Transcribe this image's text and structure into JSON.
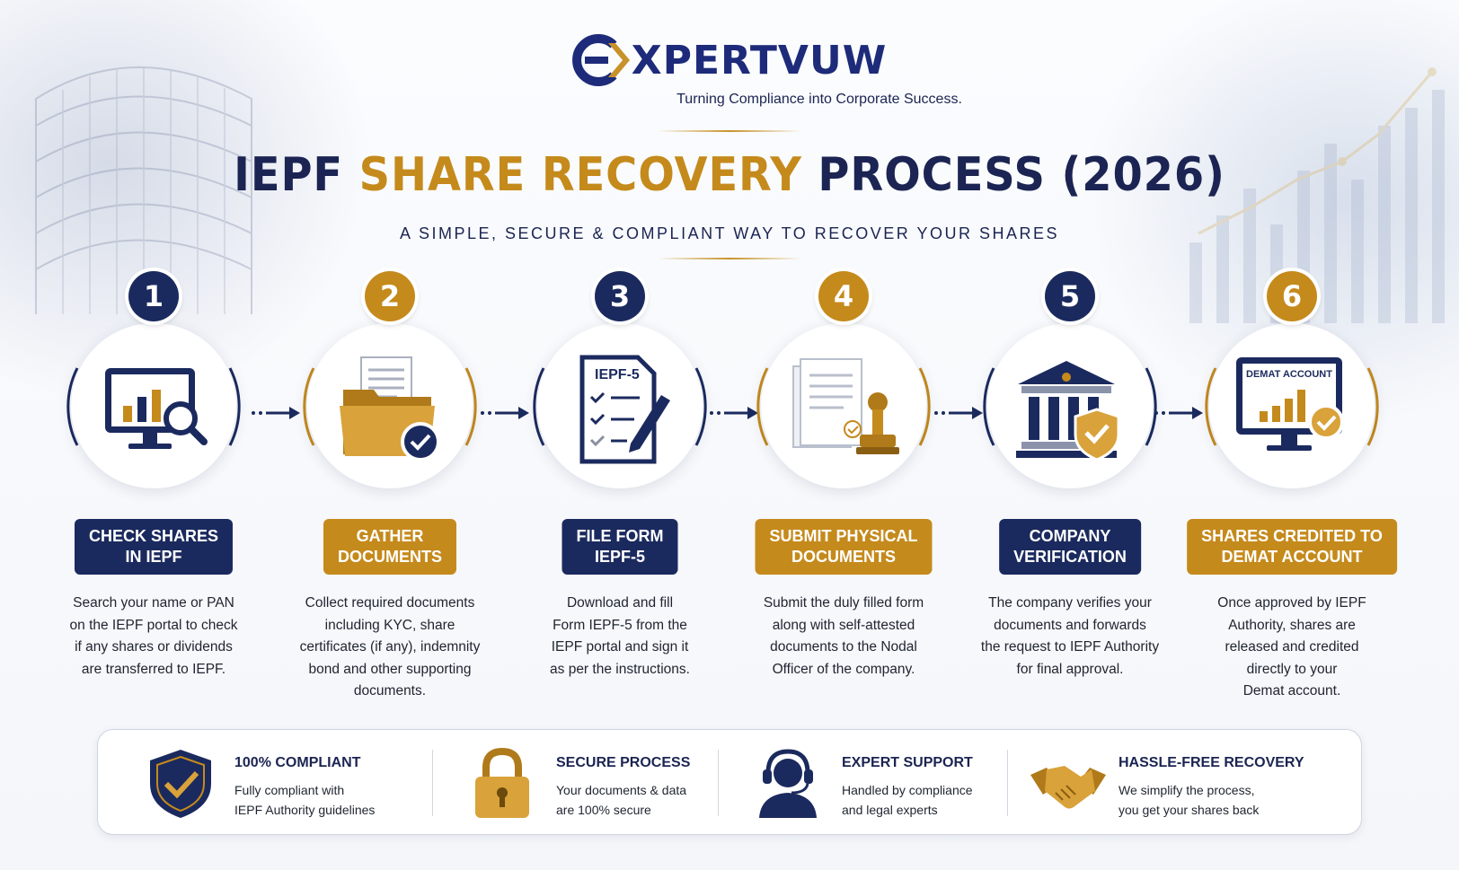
{
  "brand": {
    "logo_text": "XPERTVUW",
    "tagline": "Turning Compliance into Corporate Success."
  },
  "header": {
    "title_part1": "IEPF ",
    "title_part2": "SHARE RECOVERY",
    "title_part3": " PROCESS (2026)",
    "subtitle": "A SIMPLE, SECURE & COMPLIANT WAY TO RECOVER YOUR SHARES"
  },
  "steps": [
    {
      "number": "1",
      "title_line1": "CHECK SHARES",
      "title_line2": "IN IEPF",
      "color": "#1b2a5e",
      "icon": "monitor-search-icon",
      "desc_lines": [
        "Search your name or PAN",
        "on the IEPF portal to check",
        "if any shares or dividends",
        "are transferred to IEPF."
      ]
    },
    {
      "number": "2",
      "title_line1": "GATHER",
      "title_line2": "DOCUMENTS",
      "color": "#c58a1c",
      "icon": "folder-check-icon",
      "desc_lines": [
        "Collect required documents",
        "including KYC, share",
        "certificates (if any), indemnity",
        "bond and other supporting",
        "documents."
      ]
    },
    {
      "number": "3",
      "title_line1": "FILE FORM",
      "title_line2": "IEPF-5",
      "color": "#1b2a5e",
      "icon": "form-checklist-icon",
      "form_label": "IEPF-5",
      "desc_lines": [
        "Download and fill",
        "Form IEPF-5 from the",
        "IEPF portal and sign it",
        "as per the instructions."
      ]
    },
    {
      "number": "4",
      "title_line1": "SUBMIT PHYSICAL",
      "title_line2": "DOCUMENTS",
      "color": "#c58a1c",
      "icon": "documents-stamp-icon",
      "desc_lines": [
        "Submit the duly filled form",
        "along with self-attested",
        "documents to the Nodal",
        "Officer of the company."
      ]
    },
    {
      "number": "5",
      "title_line1": "COMPANY",
      "title_line2": "VERIFICATION",
      "color": "#1b2a5e",
      "icon": "bank-shield-icon",
      "desc_lines": [
        "The company verifies your",
        "documents and forwards",
        "the request to IEPF Authority",
        "for final approval."
      ]
    },
    {
      "number": "6",
      "title_line1": "SHARES CREDITED TO",
      "title_line2": "DEMAT ACCOUNT",
      "color": "#c58a1c",
      "icon": "demat-monitor-icon",
      "screen_label": "DEMAT ACCOUNT",
      "desc_lines": [
        "Once approved by IEPF",
        "Authority, shares are",
        "released and credited",
        "directly to your",
        "Demat account."
      ]
    }
  ],
  "features": [
    {
      "title": "100% COMPLIANT",
      "line1": "Fully compliant with",
      "line2": "IEPF Authority guidelines",
      "icon": "shield-check-icon"
    },
    {
      "title": "SECURE PROCESS",
      "line1": "Your documents & data",
      "line2": "are 100% secure",
      "icon": "padlock-icon"
    },
    {
      "title": "EXPERT SUPPORT",
      "line1": "Handled by compliance",
      "line2": "and legal experts",
      "icon": "headset-support-icon"
    },
    {
      "title": "HASSLE-FREE RECOVERY",
      "line1": "We simplify the process,",
      "line2": "you get your shares back",
      "icon": "handshake-icon"
    }
  ],
  "colors": {
    "navy": "#1b2a5e",
    "gold": "#c58a1c"
  }
}
